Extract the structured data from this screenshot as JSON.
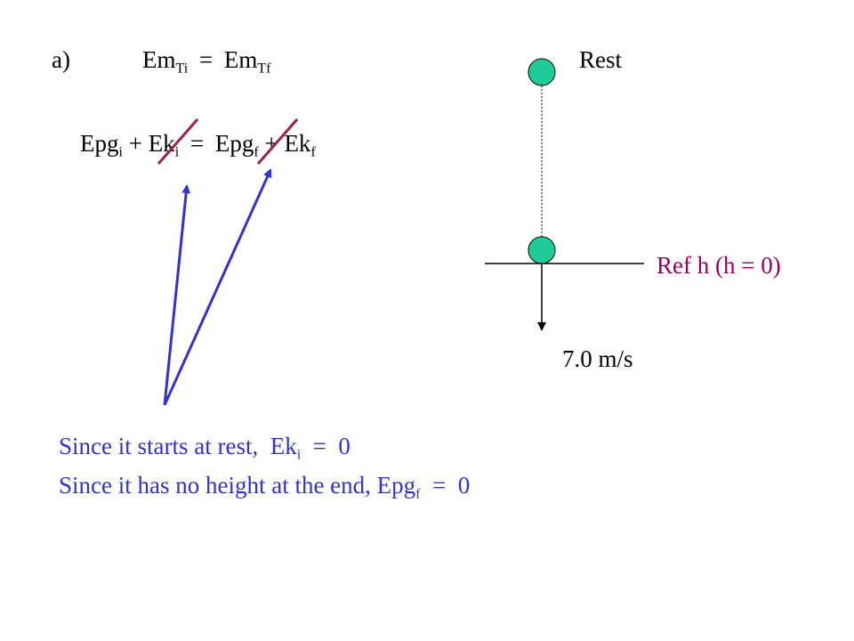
{
  "equation1": {
    "label": "a)",
    "lhs_base": "Em",
    "lhs_sub": "Ti",
    "eq": "=",
    "rhs_base": "Em",
    "rhs_sub": "Tf"
  },
  "equation2": {
    "t1_base": "Epg",
    "t1_sub": "i",
    "plus1": "+",
    "t2_base": "Ek",
    "t2_sub": "i",
    "eq": "=",
    "t3_base": "Epg",
    "t3_sub": "f",
    "plus2": "+",
    "t4_base": "Ek",
    "t4_sub": "f"
  },
  "diagram": {
    "rest_label": "Rest",
    "ref_label": "Ref h (h = 0)",
    "velocity_label": "7.0 m/s",
    "ball_color": "#1fcc99",
    "cross_color": "#99224d",
    "arrow_color": "#3333cc",
    "ref_label_color": "#990066"
  },
  "notes": {
    "line1_text": "Since it starts at rest,  Ek",
    "line1_sub": "i",
    "line1_end": "  =  0",
    "line2_text": "Since it has no height at the end, Epg",
    "line2_sub": "f",
    "line2_end": "  =  0"
  }
}
